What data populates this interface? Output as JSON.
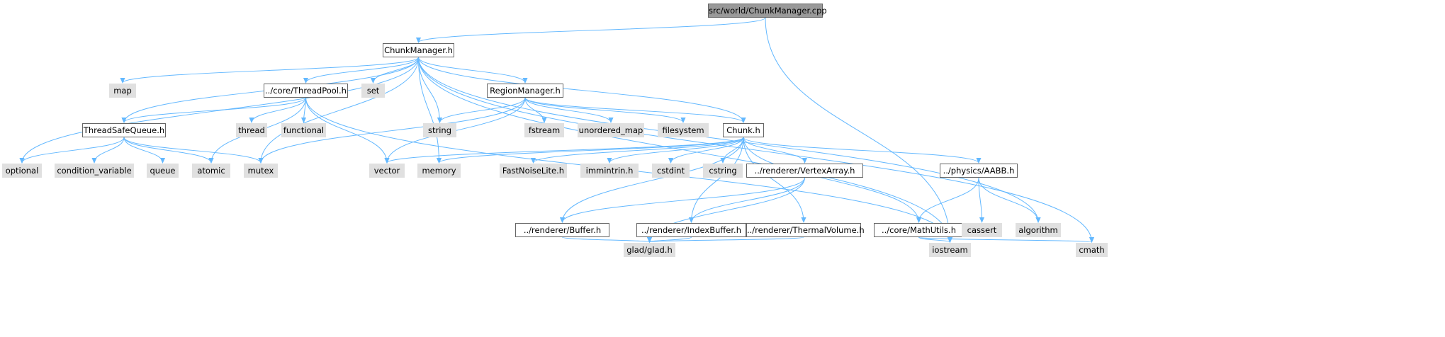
{
  "graph": {
    "title": "src/world/ChunkManager.cpp",
    "edge_color": "#63b8ff",
    "nodes": [
      {
        "id": "root",
        "label": "src/world/ChunkManager.cpp",
        "kind": "root"
      },
      {
        "id": "chunkmanager_h",
        "label": "ChunkManager.h",
        "kind": "project"
      },
      {
        "id": "map",
        "label": "map",
        "kind": "system"
      },
      {
        "id": "threadpool_h",
        "label": "../core/ThreadPool.h",
        "kind": "project"
      },
      {
        "id": "set",
        "label": "set",
        "kind": "system"
      },
      {
        "id": "regionmanager_h",
        "label": "RegionManager.h",
        "kind": "project"
      },
      {
        "id": "threadsafequeue_h",
        "label": "ThreadSafeQueue.h",
        "kind": "project"
      },
      {
        "id": "thread",
        "label": "thread",
        "kind": "system"
      },
      {
        "id": "functional",
        "label": "functional",
        "kind": "system"
      },
      {
        "id": "string",
        "label": "string",
        "kind": "system"
      },
      {
        "id": "fstream",
        "label": "fstream",
        "kind": "system"
      },
      {
        "id": "unordered_map",
        "label": "unordered_map",
        "kind": "system"
      },
      {
        "id": "filesystem",
        "label": "filesystem",
        "kind": "system"
      },
      {
        "id": "chunk_h",
        "label": "Chunk.h",
        "kind": "project"
      },
      {
        "id": "optional",
        "label": "optional",
        "kind": "system"
      },
      {
        "id": "condition_variable",
        "label": "condition_variable",
        "kind": "system"
      },
      {
        "id": "queue",
        "label": "queue",
        "kind": "system"
      },
      {
        "id": "atomic",
        "label": "atomic",
        "kind": "system"
      },
      {
        "id": "mutex",
        "label": "mutex",
        "kind": "system"
      },
      {
        "id": "vector",
        "label": "vector",
        "kind": "system"
      },
      {
        "id": "memory",
        "label": "memory",
        "kind": "system"
      },
      {
        "id": "fastnoiselite_h",
        "label": "FastNoiseLite.h",
        "kind": "system"
      },
      {
        "id": "immintrin_h",
        "label": "immintrin.h",
        "kind": "system"
      },
      {
        "id": "cstdint",
        "label": "cstdint",
        "kind": "system"
      },
      {
        "id": "cstring",
        "label": "cstring",
        "kind": "system"
      },
      {
        "id": "vertexarray_h",
        "label": "../renderer/VertexArray.h",
        "kind": "project"
      },
      {
        "id": "aabb_h",
        "label": "../physics/AABB.h",
        "kind": "project"
      },
      {
        "id": "buffer_h",
        "label": "../renderer/Buffer.h",
        "kind": "project"
      },
      {
        "id": "indexbuffer_h",
        "label": "../renderer/IndexBuffer.h",
        "kind": "project"
      },
      {
        "id": "thermalvolume_h",
        "label": "../renderer/ThermalVolume.h",
        "kind": "project"
      },
      {
        "id": "mathutils_h",
        "label": "../core/MathUtils.h",
        "kind": "project"
      },
      {
        "id": "cassert",
        "label": "cassert",
        "kind": "system"
      },
      {
        "id": "algorithm",
        "label": "algorithm",
        "kind": "system"
      },
      {
        "id": "glad_h",
        "label": "glad/glad.h",
        "kind": "system"
      },
      {
        "id": "iostream",
        "label": "iostream",
        "kind": "system"
      },
      {
        "id": "cmath",
        "label": "cmath",
        "kind": "system"
      }
    ],
    "edges": [
      [
        "root",
        "chunkmanager_h"
      ],
      [
        "root",
        "iostream"
      ],
      [
        "chunkmanager_h",
        "map"
      ],
      [
        "chunkmanager_h",
        "threadpool_h"
      ],
      [
        "chunkmanager_h",
        "set"
      ],
      [
        "chunkmanager_h",
        "regionmanager_h"
      ],
      [
        "chunkmanager_h",
        "threadsafequeue_h"
      ],
      [
        "chunkmanager_h",
        "string"
      ],
      [
        "chunkmanager_h",
        "chunk_h"
      ],
      [
        "chunkmanager_h",
        "optional"
      ],
      [
        "chunkmanager_h",
        "mutex"
      ],
      [
        "chunkmanager_h",
        "memory"
      ],
      [
        "chunkmanager_h",
        "algorithm"
      ],
      [
        "chunkmanager_h",
        "iostream"
      ],
      [
        "chunkmanager_h",
        "cmath"
      ],
      [
        "threadpool_h",
        "threadsafequeue_h"
      ],
      [
        "threadpool_h",
        "thread"
      ],
      [
        "threadpool_h",
        "functional"
      ],
      [
        "threadpool_h",
        "atomic"
      ],
      [
        "threadpool_h",
        "vector"
      ],
      [
        "threadpool_h",
        "iostream"
      ],
      [
        "regionmanager_h",
        "string"
      ],
      [
        "regionmanager_h",
        "fstream"
      ],
      [
        "regionmanager_h",
        "unordered_map"
      ],
      [
        "regionmanager_h",
        "filesystem"
      ],
      [
        "regionmanager_h",
        "chunk_h"
      ],
      [
        "regionmanager_h",
        "mutex"
      ],
      [
        "regionmanager_h",
        "vector"
      ],
      [
        "threadsafequeue_h",
        "optional"
      ],
      [
        "threadsafequeue_h",
        "condition_variable"
      ],
      [
        "threadsafequeue_h",
        "queue"
      ],
      [
        "threadsafequeue_h",
        "atomic"
      ],
      [
        "threadsafequeue_h",
        "mutex"
      ],
      [
        "chunk_h",
        "vector"
      ],
      [
        "chunk_h",
        "memory"
      ],
      [
        "chunk_h",
        "fastnoiselite_h"
      ],
      [
        "chunk_h",
        "immintrin_h"
      ],
      [
        "chunk_h",
        "cstdint"
      ],
      [
        "chunk_h",
        "cstring"
      ],
      [
        "chunk_h",
        "vertexarray_h"
      ],
      [
        "chunk_h",
        "aabb_h"
      ],
      [
        "chunk_h",
        "buffer_h"
      ],
      [
        "chunk_h",
        "indexbuffer_h"
      ],
      [
        "chunk_h",
        "thermalvolume_h"
      ],
      [
        "chunk_h",
        "mathutils_h"
      ],
      [
        "vertexarray_h",
        "buffer_h"
      ],
      [
        "vertexarray_h",
        "indexbuffer_h"
      ],
      [
        "vertexarray_h",
        "glad_h"
      ],
      [
        "aabb_h",
        "mathutils_h"
      ],
      [
        "aabb_h",
        "cassert"
      ],
      [
        "aabb_h",
        "algorithm"
      ],
      [
        "buffer_h",
        "glad_h"
      ],
      [
        "indexbuffer_h",
        "glad_h"
      ],
      [
        "thermalvolume_h",
        "glad_h"
      ],
      [
        "mathutils_h",
        "iostream"
      ],
      [
        "mathutils_h",
        "cmath"
      ]
    ]
  }
}
